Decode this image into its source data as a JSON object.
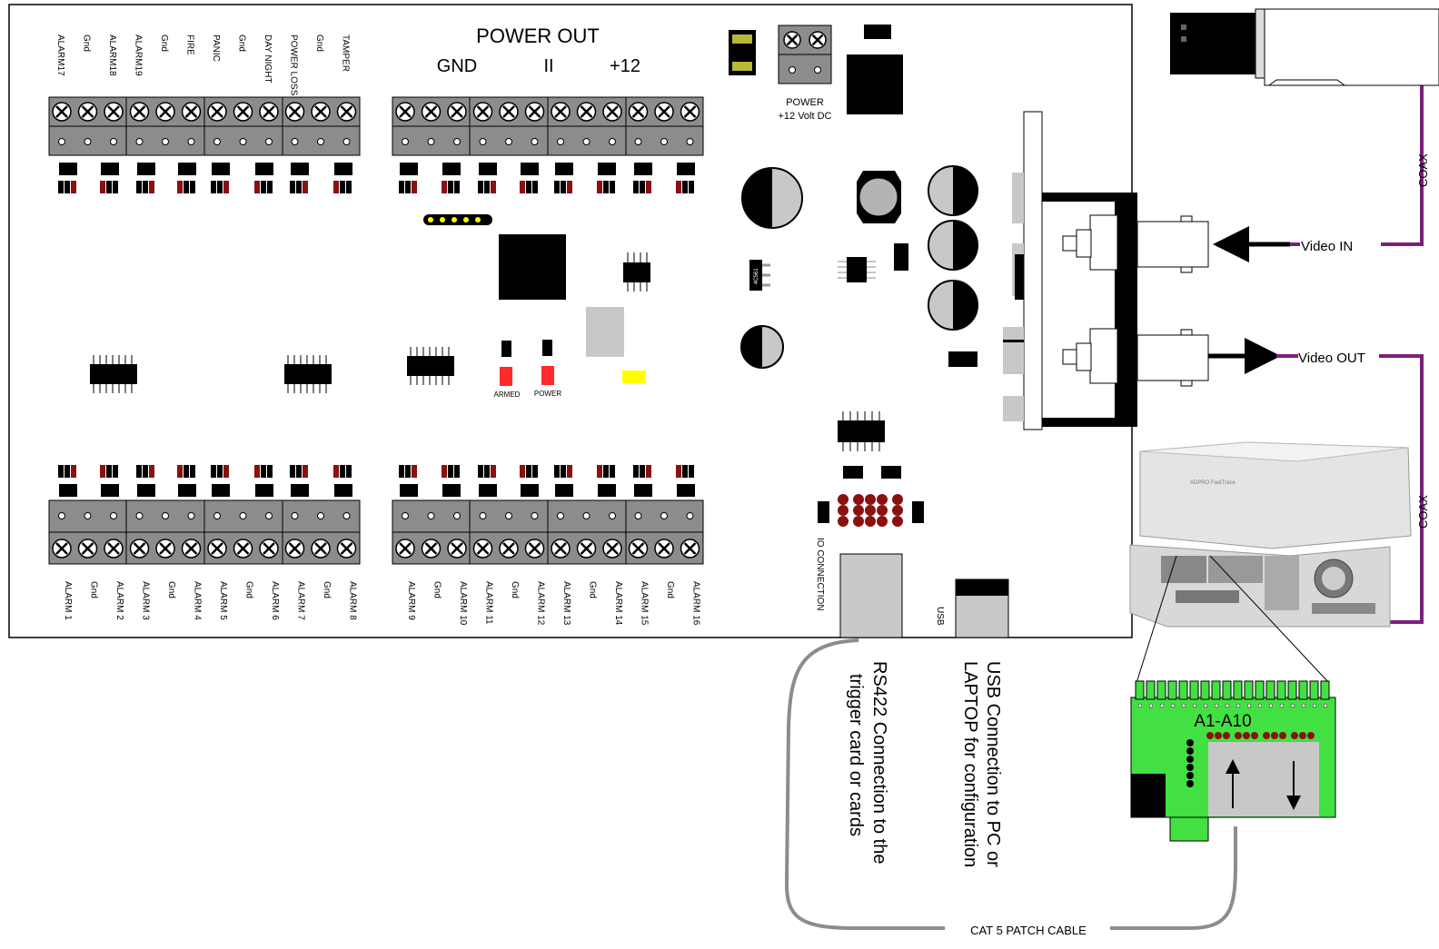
{
  "board": {
    "top_terminals": [
      "ALARM17",
      "Gnd",
      "ALARM18",
      "ALARM19",
      "Gnd",
      "FIRE",
      "PANIC",
      "Gnd",
      "DAY NIGHT",
      "POWER LOSS",
      "Gnd",
      "TAMPER"
    ],
    "bottom_left_terminals": [
      "ALARM 1",
      "Gnd",
      "ALARM 2",
      "ALARM 3",
      "Gnd",
      "ALARM 4",
      "ALARM 5",
      "Gnd",
      "ALARM 6",
      "ALARM 7",
      "Gnd",
      "ALARM 8"
    ],
    "bottom_right_terminals": [
      "ALARM 9",
      "Gnd",
      "ALARM 10",
      "ALARM 11",
      "Gnd",
      "ALARM 12",
      "ALARM 13",
      "Gnd",
      "ALARM 14",
      "ALARM 15",
      "Gnd",
      "ALARM 16"
    ],
    "power_out": {
      "title": "POWER OUT",
      "gnd": "GND",
      "sep": "II",
      "plus12": "+12"
    },
    "power_in": {
      "line1": "POWER",
      "line2": "+12 Volt DC"
    },
    "leds": {
      "armed": "ARMED",
      "power": "POWER"
    },
    "io_connection": "IO CONNECTION",
    "usb": "USB",
    "chip_mark": "4C561"
  },
  "video": {
    "in": "Video IN",
    "out": "Video OUT",
    "coax": "COAX"
  },
  "recorder": {
    "brand": "ADPRO FastTrace"
  },
  "trigger_card": {
    "label": "A1-A10"
  },
  "notes": {
    "rs422_line1": "RS422 Connection to the",
    "rs422_line2": "trigger card or cards",
    "usb_line1": "USB Connection to PC or",
    "usb_line2": "LAPTOP for configuration",
    "cable": "CAT 5 PATCH CABLE"
  },
  "colors": {
    "terminal_block": "#8c8c8c",
    "coax": "#7b1f7a",
    "cat5": "#8c8c8c",
    "trigger_card": "#43e043",
    "led_red": "#ff2a2a",
    "dark_red": "#8b1010",
    "led_yellow": "#ffff00"
  }
}
